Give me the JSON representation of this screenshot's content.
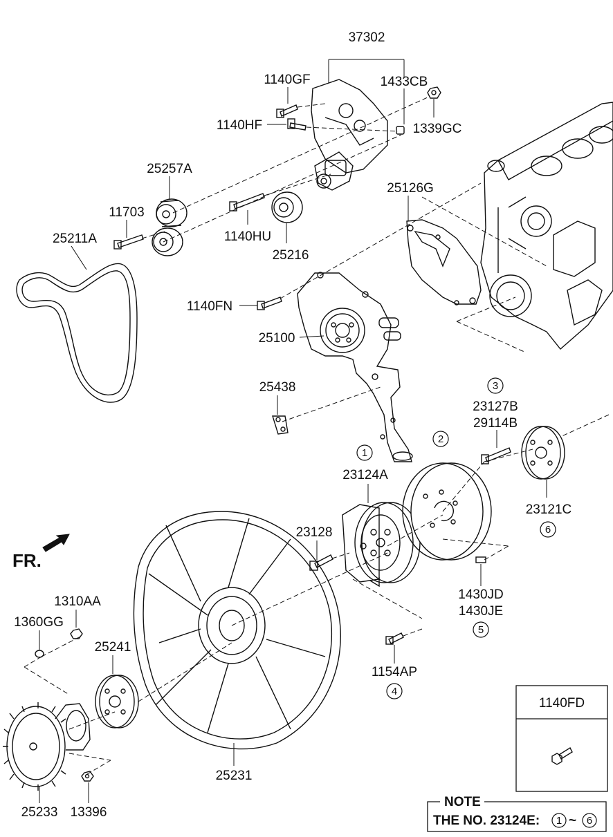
{
  "labels": {
    "p37302": "37302",
    "p1140GF": "1140GF",
    "p1433CB": "1433CB",
    "p1140HF": "1140HF",
    "p1339GC": "1339GC",
    "p25257A": "25257A",
    "p25126G": "25126G",
    "p11703": "11703",
    "p1140HU": "1140HU",
    "p25211A": "25211A",
    "p25216": "25216",
    "p1140FN": "1140FN",
    "p25100": "25100",
    "p25438": "25438",
    "p23127B": "23127B",
    "p29114B": "29114B",
    "p23124A": "23124A",
    "p23121C": "23121C",
    "p23128": "23128",
    "p1310AA": "1310AA",
    "p1360GG": "1360GG",
    "p25241": "25241",
    "p1430JD": "1430JD",
    "p1430JE": "1430JE",
    "p1154AP": "1154AP",
    "p25231": "25231",
    "p25233": "25233",
    "p13396": "13396"
  },
  "callouts": {
    "c1": "1",
    "c2": "2",
    "c3": "3",
    "c4": "4",
    "c5": "5",
    "c6": "6"
  },
  "fr": "FR.",
  "inset": {
    "title": "1140FD"
  },
  "note": {
    "title": "NOTE",
    "prefix": "THE NO. 23124E:",
    "from": "1",
    "tilde": "~",
    "to": "6"
  }
}
